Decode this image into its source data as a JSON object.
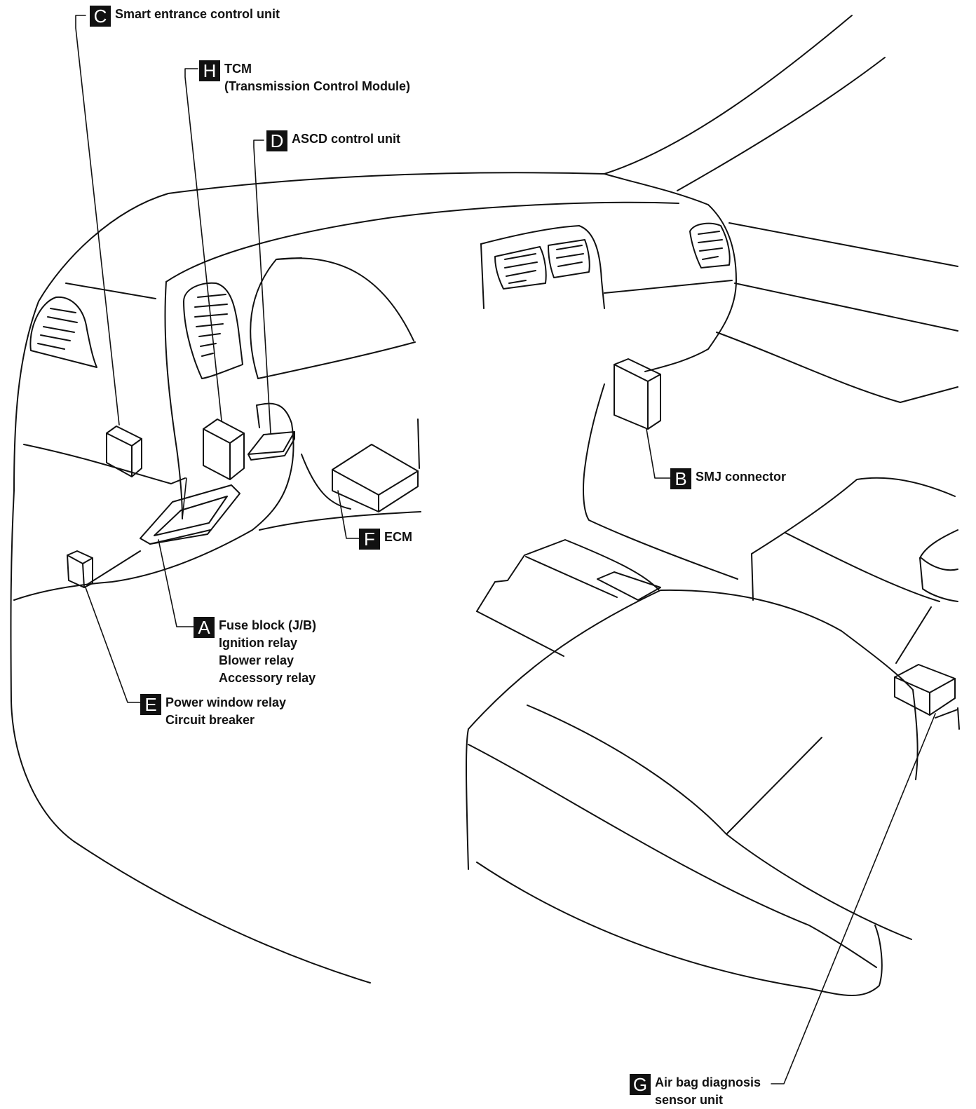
{
  "diagram": {
    "callouts": [
      {
        "letter": "C",
        "lines": [
          "Smart entrance control unit"
        ]
      },
      {
        "letter": "H",
        "lines": [
          "TCM",
          "(Transmission Control Module)"
        ]
      },
      {
        "letter": "D",
        "lines": [
          "ASCD control unit"
        ]
      },
      {
        "letter": "B",
        "lines": [
          "SMJ connector"
        ]
      },
      {
        "letter": "F",
        "lines": [
          "ECM"
        ]
      },
      {
        "letter": "A",
        "lines": [
          "Fuse block (J/B)",
          "Ignition relay",
          "Blower relay",
          "Accessory relay"
        ]
      },
      {
        "letter": "E",
        "lines": [
          "Power window relay",
          "Circuit breaker"
        ]
      },
      {
        "letter": "G",
        "lines": [
          "Air bag diagnosis",
          "sensor unit"
        ]
      }
    ]
  }
}
